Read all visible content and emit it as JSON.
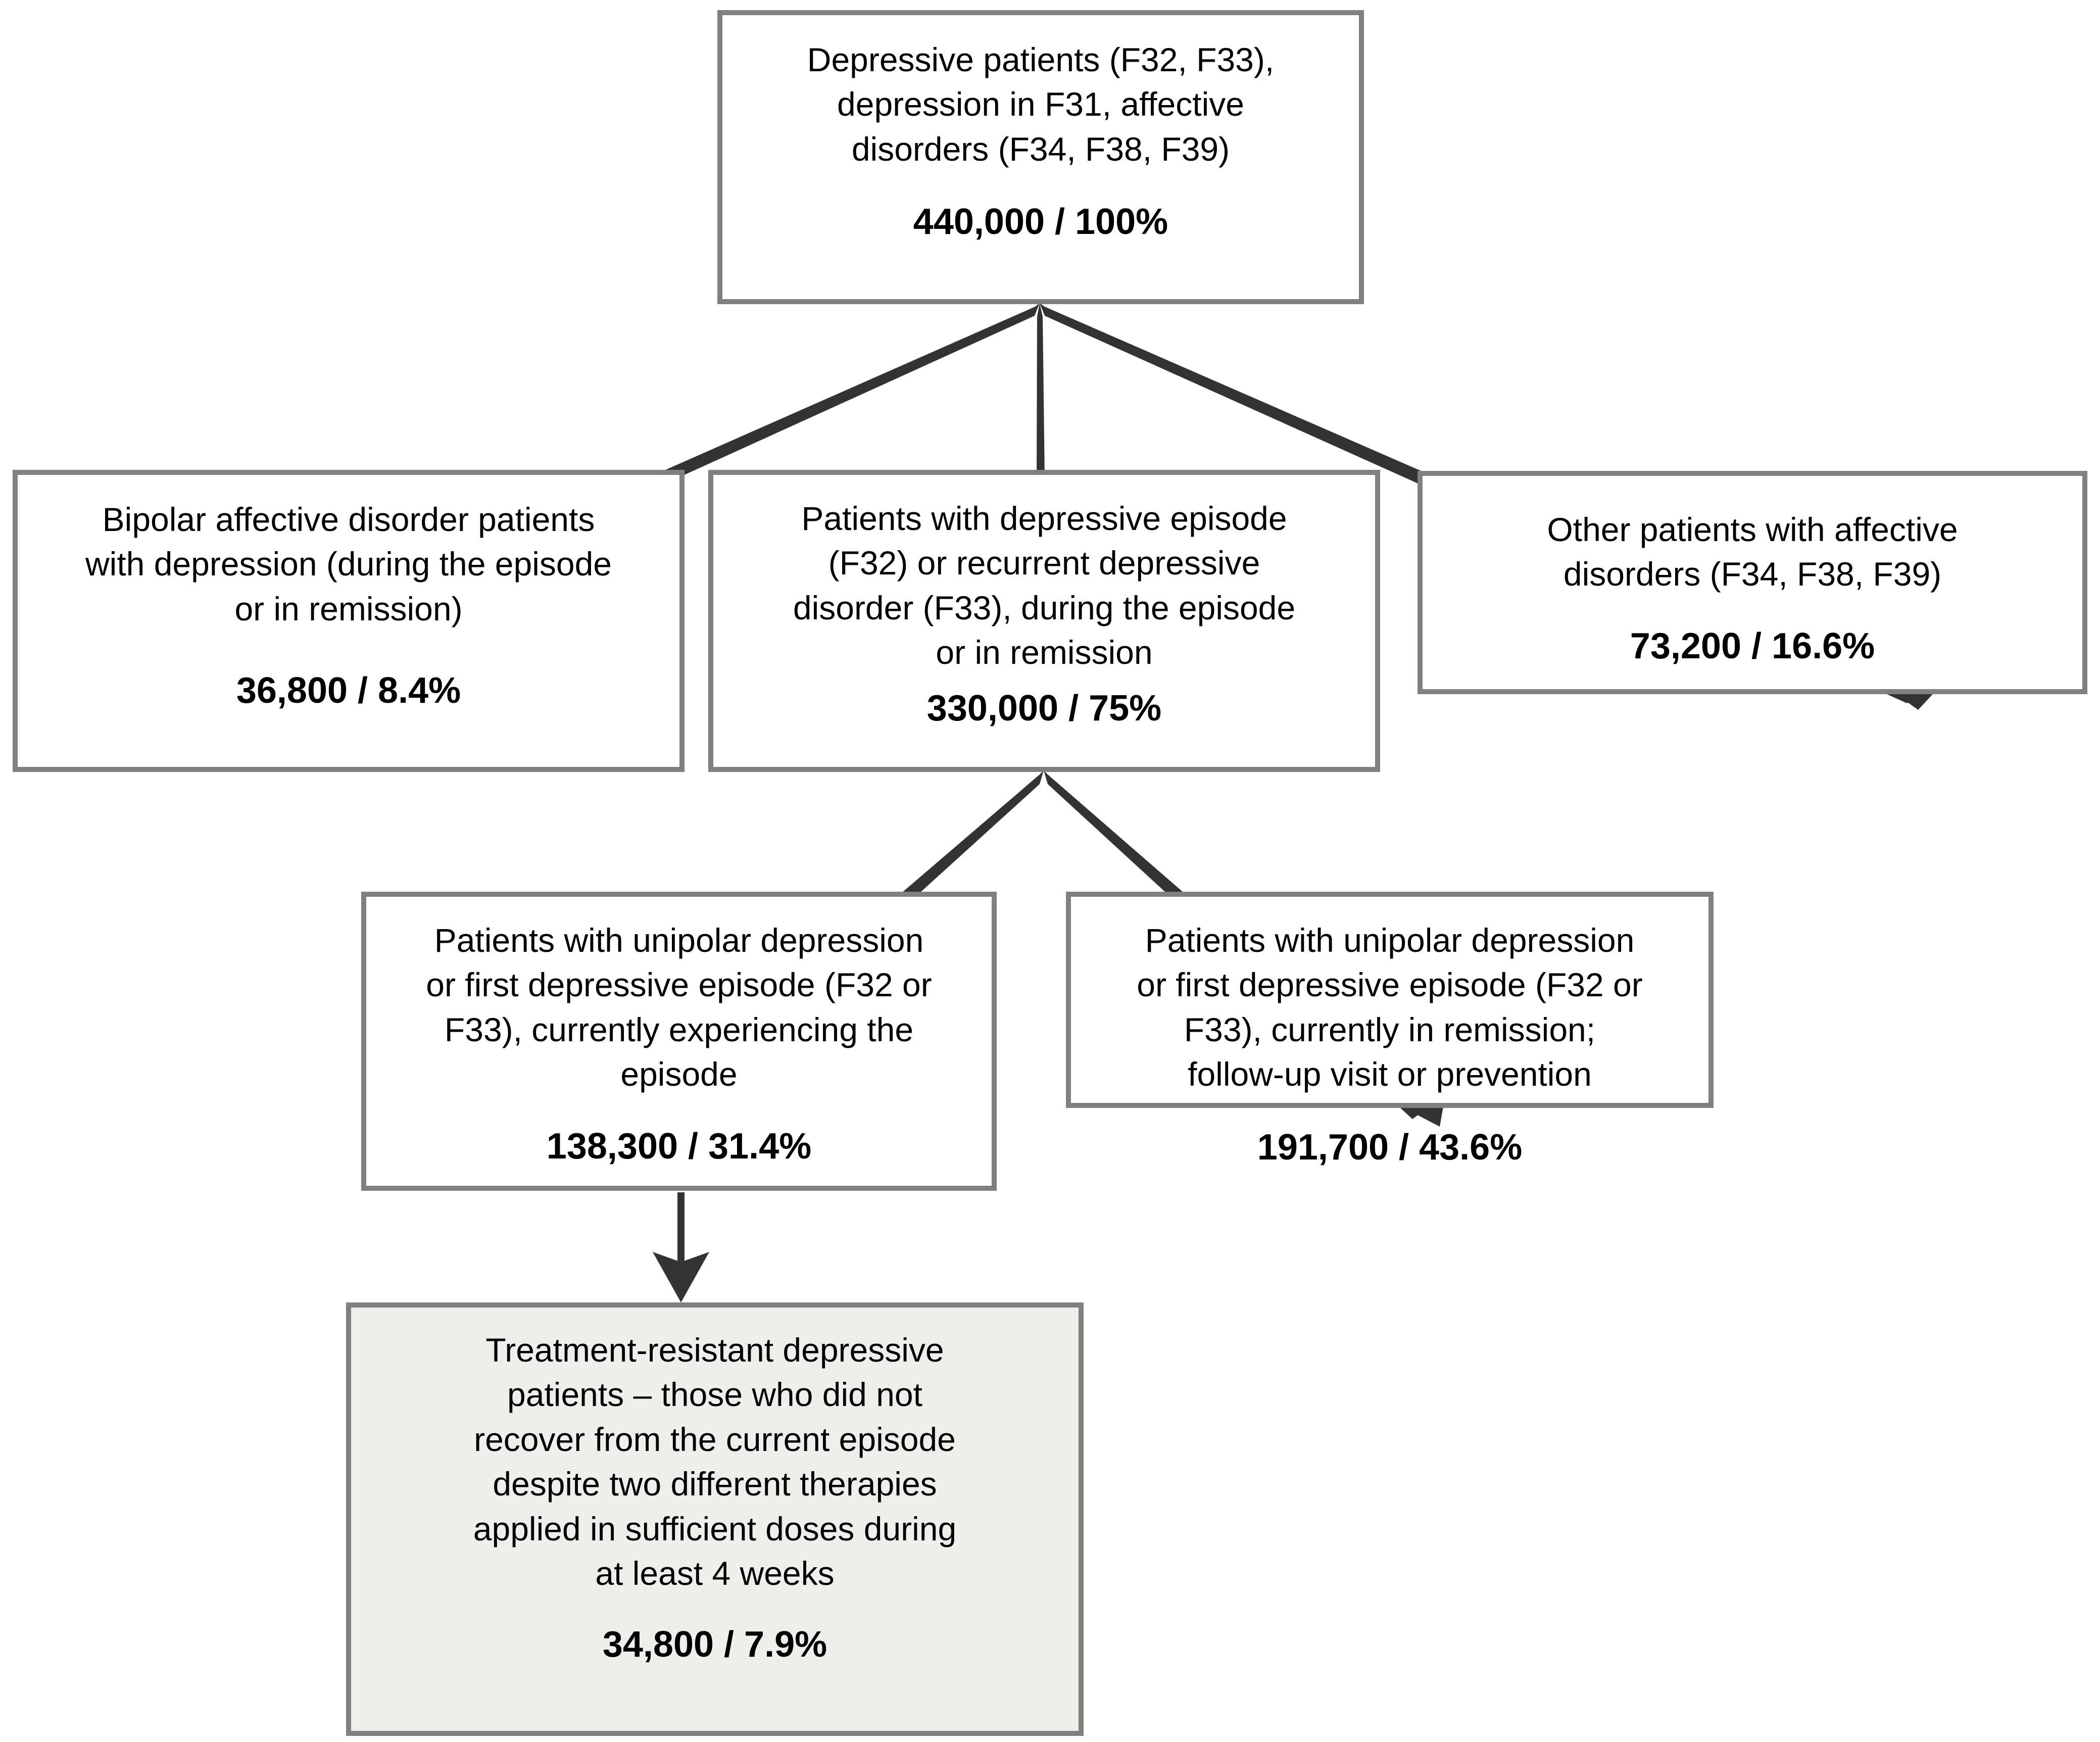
{
  "diagram": {
    "title": "Depressive patient population flow",
    "colors": {
      "box_border": "#808080",
      "box_fill": "#ffffff",
      "highlight_fill": "#eeeeea",
      "arrow": "#333333",
      "text": "#000000"
    },
    "nodes": [
      {
        "id": "root",
        "label": "Depressive patients (F32, F33),\ndepression in F31, affective\ndisorders (F34, F38, F39)",
        "value": "440,000 / 100%",
        "count": 440000,
        "percent": 100,
        "highlighted": false
      },
      {
        "id": "bipolar",
        "label": "Bipolar affective disorder patients\nwith depression (during the episode\nor in remission)",
        "value": "36,800 / 8.4%",
        "count": 36800,
        "percent": 8.4,
        "highlighted": false
      },
      {
        "id": "depressive",
        "label": "Patients with depressive episode\n(F32) or recurrent depressive\ndisorder (F33), during the episode\nor in remission",
        "value": "330,000 / 75%",
        "count": 330000,
        "percent": 75,
        "highlighted": false
      },
      {
        "id": "other",
        "label": "Other patients with affective\ndisorders (F34, F38, F39)",
        "value": "73,200 / 16.6%",
        "count": 73200,
        "percent": 16.6,
        "highlighted": false
      },
      {
        "id": "episode",
        "label": "Patients with unipolar depression\nor first depressive episode (F32 or\nF33), currently experiencing the\nepisode",
        "value": "138,300 / 31.4%",
        "count": 138300,
        "percent": 31.4,
        "highlighted": false
      },
      {
        "id": "remission",
        "label": "Patients with unipolar depression\nor first depressive episode (F32 or\nF33), currently in remission;\nfollow-up visit or prevention",
        "value": "191,700 / 43.6%",
        "count": 191700,
        "percent": 43.6,
        "highlighted": false
      },
      {
        "id": "resistant",
        "label": "Treatment-resistant depressive\npatients – those who did not\nrecover from the current episode\ndespite two different therapies\napplied in sufficient doses during\nat least 4 weeks",
        "value": "34,800 / 7.9%",
        "count": 34800,
        "percent": 7.9,
        "highlighted": true
      }
    ],
    "edges": [
      {
        "from": "root",
        "to": "bipolar",
        "style": "thick-arrow"
      },
      {
        "from": "root",
        "to": "depressive",
        "style": "thin-arrow"
      },
      {
        "from": "root",
        "to": "other",
        "style": "thick-arrow"
      },
      {
        "from": "depressive",
        "to": "episode",
        "style": "thick-arrow"
      },
      {
        "from": "depressive",
        "to": "remission",
        "style": "thick-arrow"
      },
      {
        "from": "episode",
        "to": "resistant",
        "style": "thin-arrow"
      }
    ]
  }
}
